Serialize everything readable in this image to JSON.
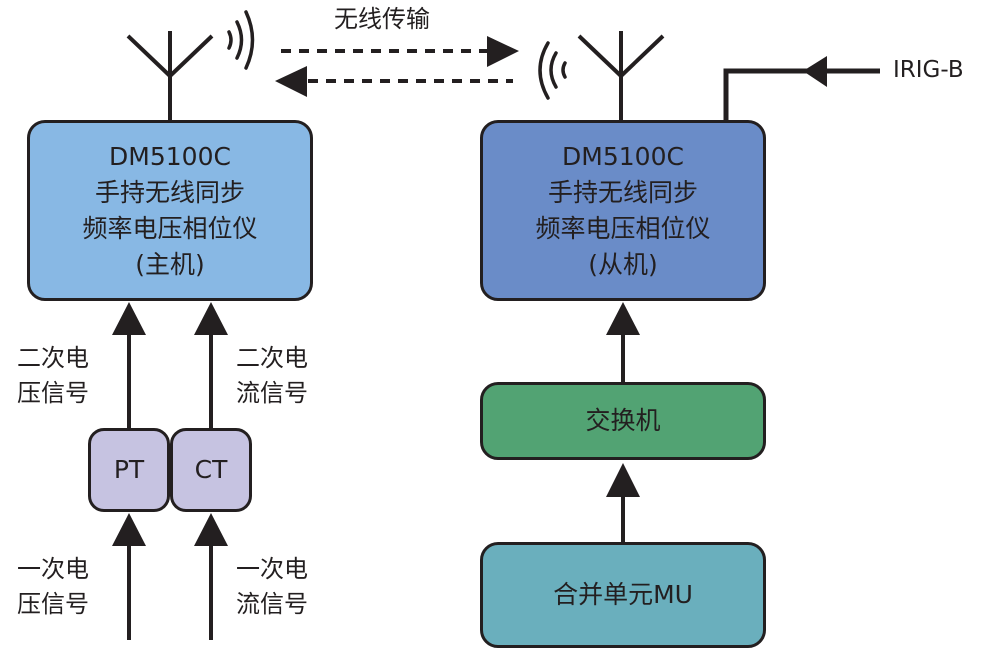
{
  "wireless": {
    "label": "无线传输"
  },
  "timing_input": {
    "label": "IRIG-B"
  },
  "colors": {
    "master_fill": "#88b8e4",
    "slave_fill": "#6a8cc8",
    "switch_fill": "#52a373",
    "mu_fill": "#6aafbd",
    "transformer_fill": "#c6c3e1",
    "stroke": "#231f20"
  },
  "master": {
    "lines": [
      "DM5100C",
      "手持无线同步",
      "频率电压相位仪",
      "(主机)"
    ]
  },
  "slave": {
    "lines": [
      "DM5100C",
      "手持无线同步",
      "频率电压相位仪",
      "(从机)"
    ]
  },
  "switch": {
    "label": "交换机"
  },
  "mu": {
    "label": "合并单元MU"
  },
  "pt": {
    "label": "PT"
  },
  "ct": {
    "label": "CT"
  },
  "signals": {
    "secondary_voltage": [
      "二次电",
      "压信号"
    ],
    "secondary_current": [
      "二次电",
      "流信号"
    ],
    "primary_voltage": [
      "一次电",
      "压信号"
    ],
    "primary_current": [
      "一次电",
      "流信号"
    ]
  }
}
